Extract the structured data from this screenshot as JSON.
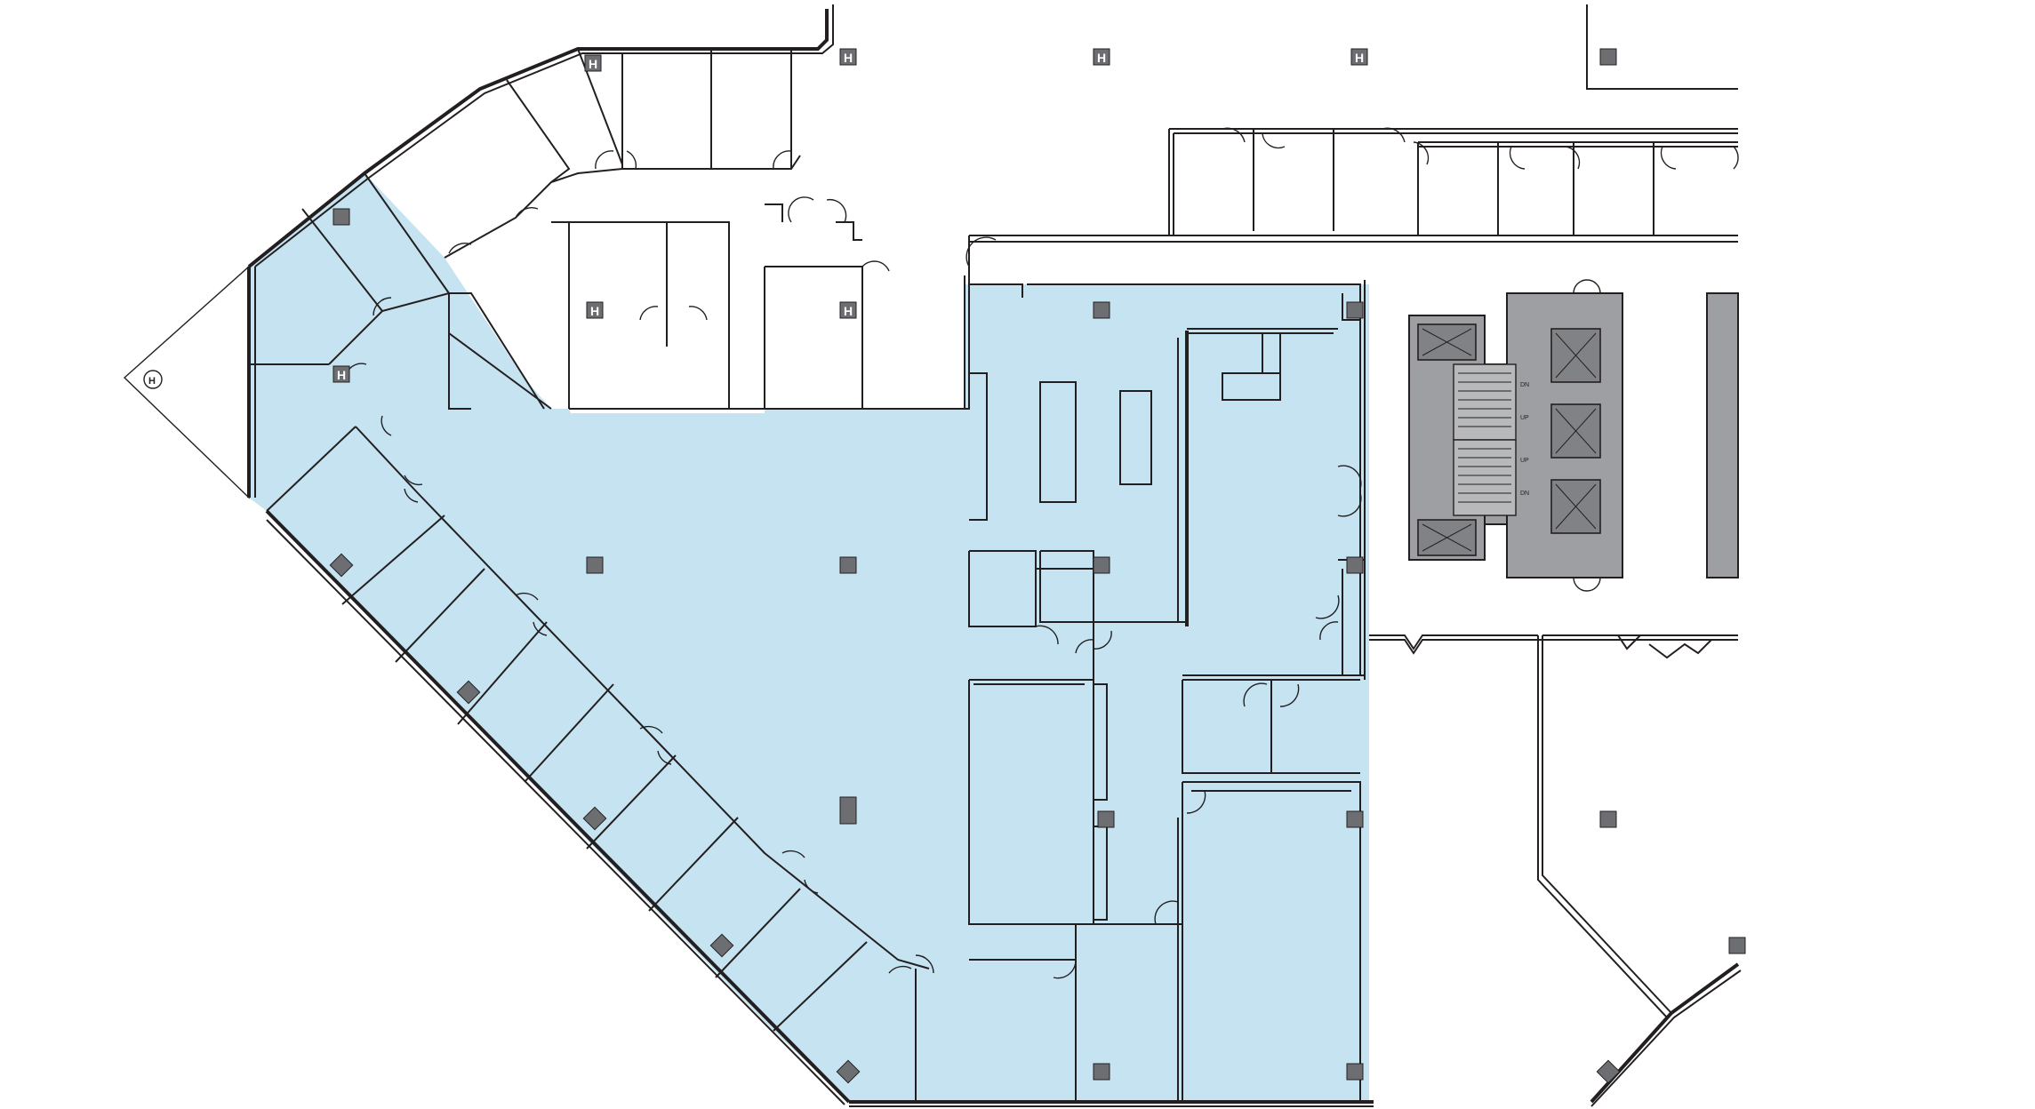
{
  "floor_plan": {
    "highlight_color": "#c5e3f1",
    "wall_color": "#231f20",
    "column_color": "#6d6e71",
    "core_color": "#9d9fa2",
    "column_glyph": "H",
    "stair_labels": {
      "stair_a_down": "DN",
      "stair_a_up": "UP",
      "stair_b_up": "UP",
      "stair_b_down": "DN"
    }
  }
}
